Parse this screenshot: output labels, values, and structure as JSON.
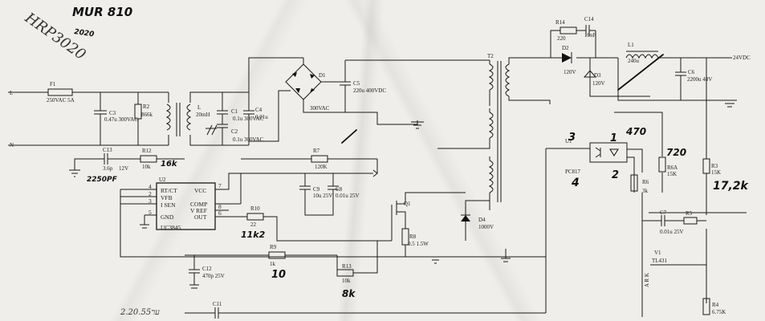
{
  "handwriting": {
    "top_note": "MUR 810",
    "top_note_2": "2020",
    "top_note_3": "HRP3020",
    "bottom_note": "2.ער20.55",
    "c13_note": "2250PF",
    "r12_note": "16k",
    "r10_note": "11k2",
    "r9_note": "10",
    "r13_note": "8k",
    "led_num": "1",
    "led_num2": "2",
    "pc_num": "3",
    "pc_num2": "4",
    "r470": "470",
    "r720": "720",
    "r3_note": "17,2k"
  },
  "labels": {
    "line": "L",
    "neutral": "N",
    "f1": "F1",
    "f1_val": "250VAC 5A",
    "c3": "C3",
    "c3_val": "0.47u 300VAC",
    "r2": "R2",
    "r2_val": "866k",
    "l": "L",
    "l_val": "20mH",
    "c1": "C1",
    "c1_val": "0.1u 300VAC",
    "c2": "C2",
    "c2_val": "0.1u 300VAC",
    "c4": "C4",
    "c4_val": "0.01u",
    "d1": "D1",
    "d1_val": "300VAC",
    "c5": "C5",
    "c5_val": "220u 400VDC",
    "c13": "C13",
    "c13_val": "3.6p",
    "r12": "R12",
    "r12_val": "10k",
    "v12": "12V",
    "r7": "R7",
    "r7_val": "120K",
    "t2": "T2",
    "r14": "R14",
    "r14_val": "220",
    "c14": "C14",
    "c14_val": "10nF",
    "d2": "D2",
    "d2_val": "120V",
    "d3": "D3",
    "d3_val": "120V",
    "l1": "L1",
    "l1_val": "240u",
    "c6": "C6",
    "c6_val": "2200u 48V",
    "out": "24VDC",
    "u1": "U1",
    "pc817": "PC817",
    "r6a": "R6A",
    "r6a_val": "15K",
    "r3": "R3",
    "r3_val": "15K",
    "r6": "R6",
    "r6_val": "3k",
    "c7": "C7",
    "c7_val": "0.01u 25V",
    "r5": "R5",
    "tl431": "TL431",
    "v1": "V1",
    "ark": "A R K",
    "r4": "R4",
    "r4_val": "6.75K",
    "c9": "C9",
    "c9_val": "10u 25V",
    "c8": "C8",
    "c8_val": "0.01u 25V",
    "q1": "Q1",
    "d4": "D4",
    "d4_val": "1000V",
    "r8": "R8",
    "r8_val": "0.5 1.5W",
    "r10": "R10",
    "r10_val": "22",
    "r9": "R9",
    "r9_val": "1k",
    "r13": "R13",
    "r13_val": "10k",
    "c12": "C12",
    "c12_val": "470p 25V",
    "c11": "C11",
    "ic_rtct": "RT/CT",
    "ic_vfb": "VFB",
    "ic_isen": "I SEN",
    "ic_gnd": "GND",
    "ic_vcc": "VCC",
    "ic_comp": "COMP",
    "ic_vref": "V REF",
    "ic_out": "OUT",
    "ic_name": "UC3845",
    "p4": "4",
    "p2": "2",
    "p3": "3",
    "p5": "5",
    "p7": "7",
    "p8": "8",
    "p6": "6",
    "u2": "U2"
  }
}
